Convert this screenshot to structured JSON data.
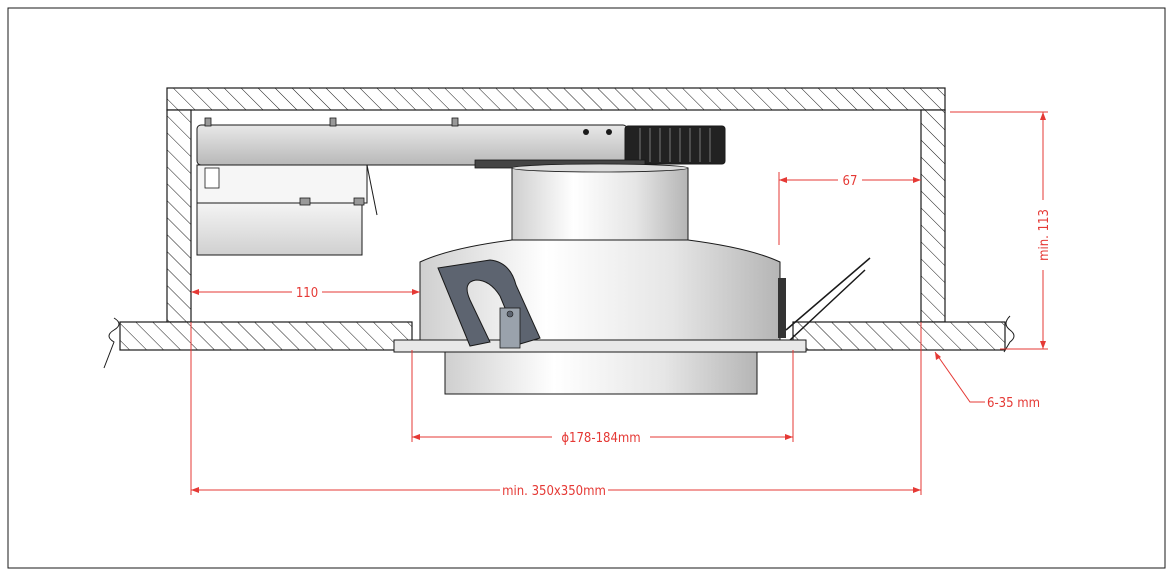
{
  "dimensions": {
    "dim_67": "67",
    "dim_110": "110",
    "dim_min113": "min. 113",
    "dim_diameter": "ϕ178-184mm",
    "dim_cutout": "min. 350x350mm",
    "dim_ceiling": "6-35 mm"
  },
  "colors": {
    "dimension": "#e53935",
    "outline": "#1a1a1a",
    "metal_light": "#f0f0f0",
    "metal_mid": "#c8c8c8",
    "clip_dark": "#5d6470",
    "heatsink": "#222222"
  }
}
